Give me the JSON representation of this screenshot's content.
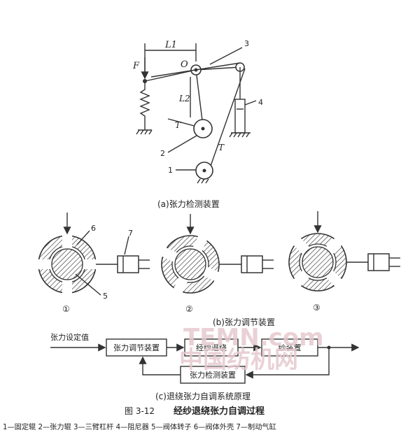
{
  "part_a": {
    "labels": {
      "L1": "L1",
      "F": "F",
      "O": "O",
      "n3": "3",
      "L2": "L2",
      "n4": "4",
      "T1": "T",
      "n2": "2",
      "T2": "T",
      "n1": "1"
    },
    "caption": "(a)张力检测装置"
  },
  "part_b": {
    "labels": {
      "n6": "6",
      "n7": "7",
      "n5": "5"
    },
    "positions": [
      "①",
      "②",
      "③"
    ],
    "caption": "(b)张力调节装置"
  },
  "part_c": {
    "input_label": "张力设定值",
    "box_regulator": "张力调节装置",
    "box_unwind": "经纱退绕",
    "box_warp": "纱装置",
    "box_detect": "张力检测装置",
    "caption": "(c)退绕张力自调系统原理"
  },
  "figure": {
    "number": "图 3-12",
    "title": "经纱退绕张力自调过程",
    "legend": "1—固定辊  2—张力辊  3—三臂杠杆  4—阻尼器  5—阀体转子  6—阀体外壳  7—制动气缸"
  },
  "watermark": "TEMN.com",
  "watermark2": "中国纺机网"
}
